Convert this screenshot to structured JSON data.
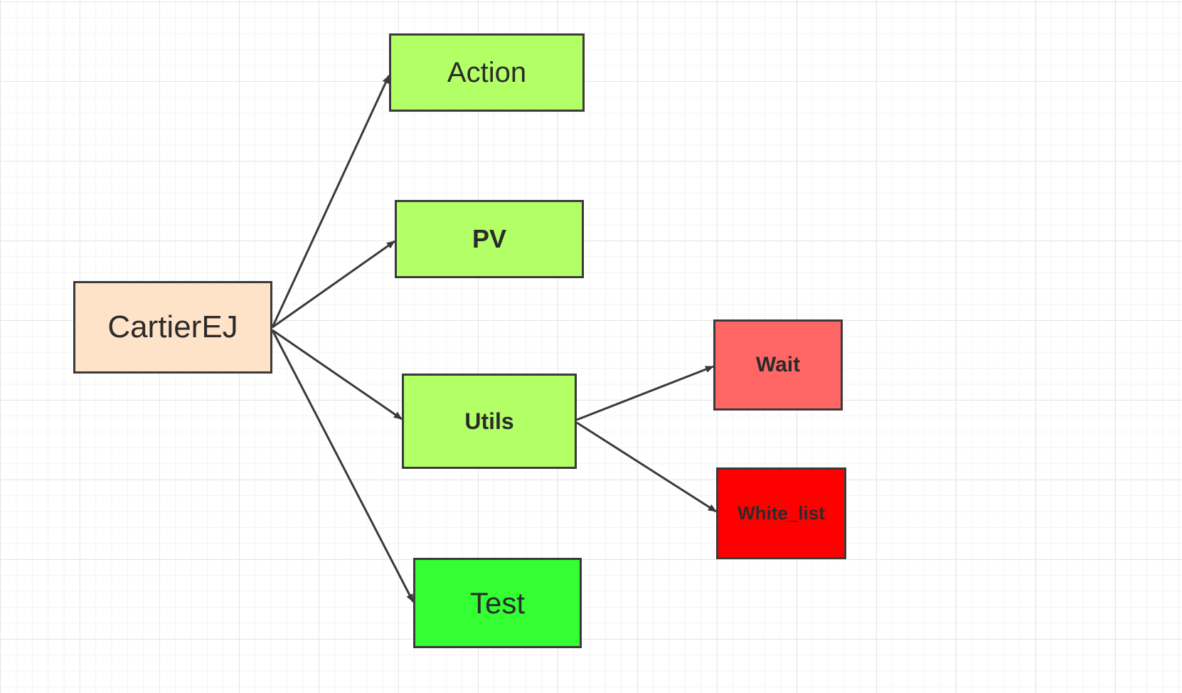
{
  "diagram": {
    "root": {
      "label": "CartierEJ",
      "fill": "#ffe3c9"
    },
    "children": [
      {
        "label": "Action",
        "fill": "#b2ff66"
      },
      {
        "label": "PV",
        "fill": "#b2ff66"
      },
      {
        "label": "Utils",
        "fill": "#b2ff66",
        "children": [
          {
            "label": "Wait",
            "fill": "#ff6666"
          },
          {
            "label": "White_list",
            "fill": "#ff0000"
          }
        ]
      },
      {
        "label": "Test",
        "fill": "#33ff33"
      }
    ],
    "edge_color": "#3a3a3a",
    "border_color": "#3a3a3a"
  }
}
